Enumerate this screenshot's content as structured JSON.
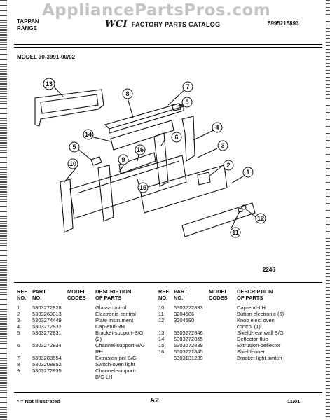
{
  "watermark": "AppliancePartsPros.com",
  "header": {
    "brand_line1": "TAPPAN",
    "brand_line2": "RANGE",
    "logo": "WCI",
    "catalog_title": "FACTORY PARTS CATALOG",
    "pub_number": "5995215893"
  },
  "model": "MODEL 30-3991-00/02",
  "figure_number": "2246",
  "callouts": [
    "1",
    "2",
    "3",
    "4",
    "5",
    "6",
    "7",
    "8",
    "9",
    "10",
    "11",
    "12",
    "13",
    "14",
    "15",
    "16",
    "5"
  ],
  "table": {
    "headers": {
      "ref": "REF.\nNO.",
      "part": "PART\nNO.",
      "codes": "MODEL\nCODES",
      "desc": "DESCRIPTION\nOF PARTS"
    },
    "left_rows": [
      {
        "ref": "1",
        "part": "5303272828",
        "codes": "",
        "desc": "Glass-control"
      },
      {
        "ref": "2",
        "part": "5303269813",
        "codes": "",
        "desc": "Electronic-control"
      },
      {
        "ref": "3",
        "part": "5303274449",
        "codes": "",
        "desc": "Plate instrument"
      },
      {
        "ref": "4",
        "part": "5303272832",
        "codes": "",
        "desc": "Cap-end-RH"
      },
      {
        "ref": "5",
        "part": "5303272831",
        "codes": "",
        "desc": "Bracket-support-B/G"
      },
      {
        "ref": "",
        "part": "",
        "codes": "",
        "desc": "(2)"
      },
      {
        "ref": "6",
        "part": "5303272834",
        "codes": "",
        "desc": "Channel-support-B/G"
      },
      {
        "ref": "",
        "part": "",
        "codes": "",
        "desc": "RH"
      },
      {
        "ref": "7",
        "part": "5303283554",
        "codes": "",
        "desc": "Extrusion-pnl B/G"
      },
      {
        "ref": "8",
        "part": "5303208852",
        "codes": "",
        "desc": "Switch-oven light"
      },
      {
        "ref": "9",
        "part": "5303272835",
        "codes": "",
        "desc": "Channel-support-"
      },
      {
        "ref": "",
        "part": "",
        "codes": "",
        "desc": "B/G LH"
      }
    ],
    "right_rows": [
      {
        "ref": "10",
        "part": "5303272833",
        "codes": "",
        "desc": "Cap-end-LH"
      },
      {
        "ref": "11",
        "part": "3204586",
        "codes": "",
        "desc": "Button electronic (6)"
      },
      {
        "ref": "12",
        "part": "3204590",
        "codes": "",
        "desc": "Knob elect oven"
      },
      {
        "ref": "",
        "part": "",
        "codes": "",
        "desc": "control (1)"
      },
      {
        "ref": "13",
        "part": "5303272846",
        "codes": "",
        "desc": "Shield-rear wall B/G"
      },
      {
        "ref": "14",
        "part": "5303272855",
        "codes": "",
        "desc": "Deflector-flue"
      },
      {
        "ref": "15",
        "part": "5303272839",
        "codes": "",
        "desc": "Extrusion-deflector"
      },
      {
        "ref": "16",
        "part": "5303272845",
        "codes": "",
        "desc": "Shield-inner"
      },
      {
        "ref": "",
        "part": "5303131289",
        "codes": "",
        "desc": "Bracket-light switch"
      }
    ]
  },
  "footer": {
    "note": "* = Not Illustrated",
    "page": "A2",
    "date": "11/01"
  }
}
